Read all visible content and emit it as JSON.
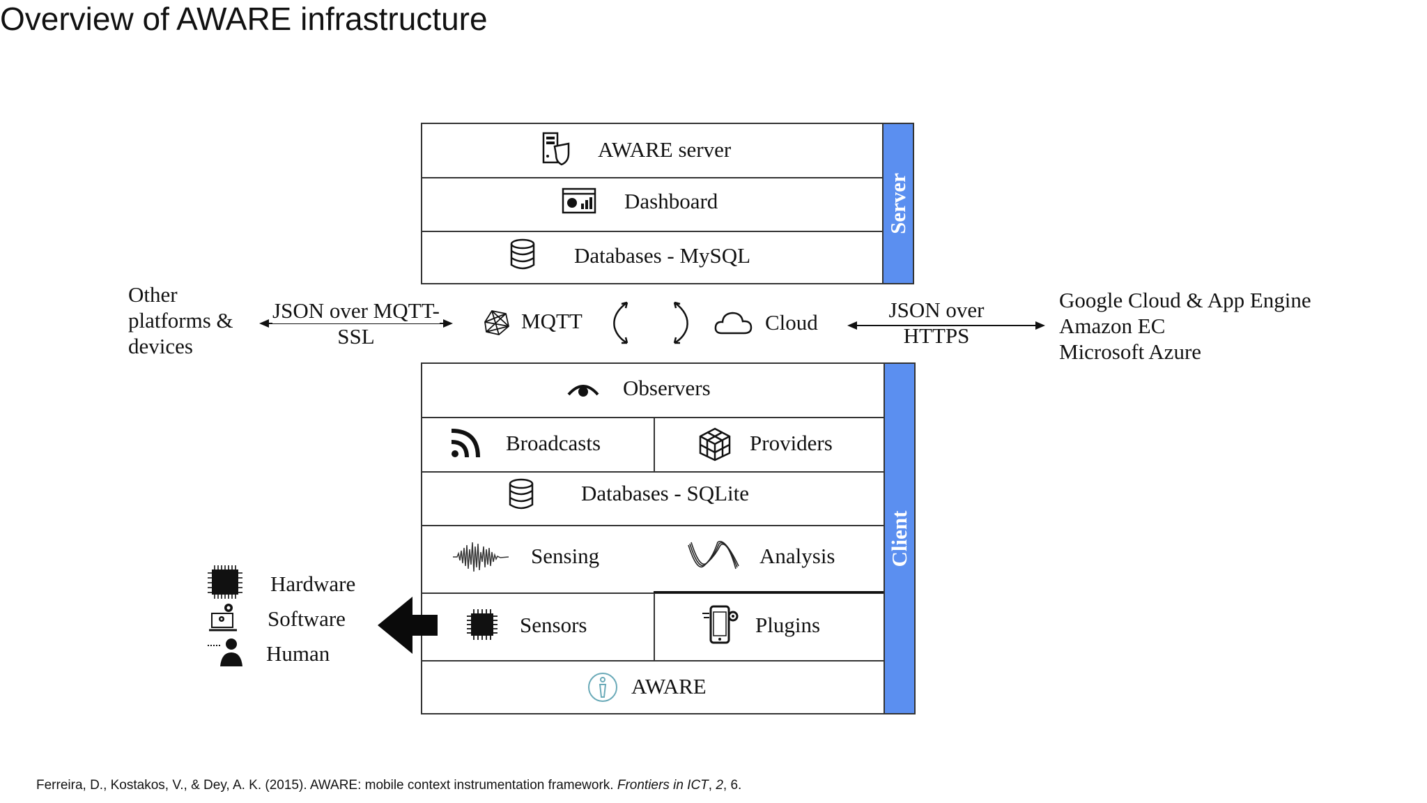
{
  "title": "Overview of AWARE infrastructure",
  "server": {
    "band_label": "Server",
    "rows": [
      "AWARE server",
      "Dashboard",
      "Databases - MySQL"
    ]
  },
  "middle": {
    "left_text": [
      "Other",
      "platforms &",
      "devices"
    ],
    "left_arrow_label": [
      "JSON over MQTT-",
      "SSL"
    ],
    "mqtt": "MQTT",
    "cloud": "Cloud",
    "right_arrow_label": [
      "JSON over",
      "HTTPS"
    ],
    "right_text": [
      "Google Cloud & App Engine",
      "Amazon EC",
      "Microsoft Azure"
    ]
  },
  "client": {
    "band_label": "Client",
    "observers": "Observers",
    "broadcasts": "Broadcasts",
    "providers": "Providers",
    "databases": "Databases - SQLite",
    "sensing": "Sensing",
    "analysis": "Analysis",
    "sensors": "Sensors",
    "plugins": "Plugins",
    "aware": "AWARE"
  },
  "sources": [
    "Hardware",
    "Software",
    "Human"
  ],
  "citation": {
    "main": "Ferreira, D., Kostakos, V., & Dey, A. K. (2015). AWARE: mobile context instrumentation framework. ",
    "journal": "Frontiers in ICT",
    "sep1": ", ",
    "volume": "2",
    "sep2": ", 6."
  },
  "colors": {
    "band": "#5b8ff0"
  }
}
